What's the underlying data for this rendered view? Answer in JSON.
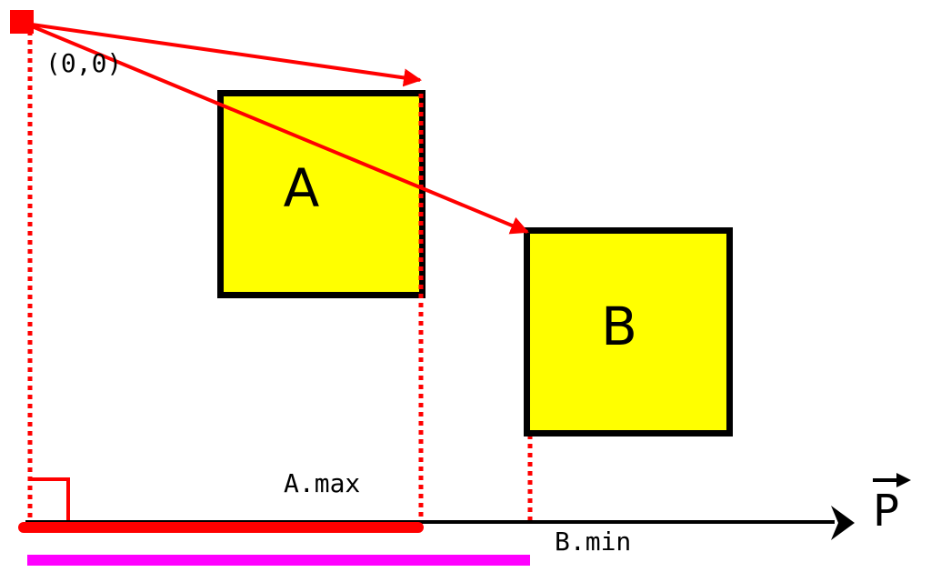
{
  "labels": {
    "origin": "(0,0)",
    "box_a": "A",
    "box_b": "B",
    "a_max": "A.max",
    "b_min": "B.min",
    "axis": "P"
  },
  "colors": {
    "box_fill": "#ffff00",
    "box_border": "#000000",
    "vector": "#ff0000",
    "projection_a": "#ff0000",
    "projection_b": "#ff00ff",
    "axis": "#000000"
  },
  "icons": {
    "origin_marker": "red-square",
    "axis_vector_symbol": "arrow-over-letter"
  }
}
